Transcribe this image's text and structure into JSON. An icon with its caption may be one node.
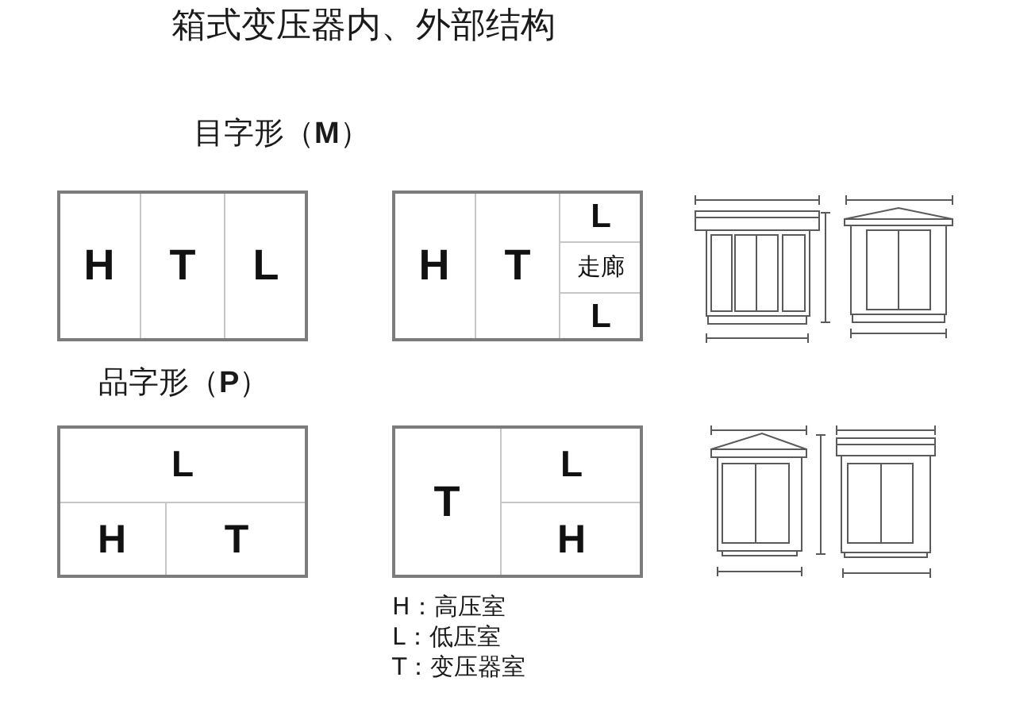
{
  "diagram": {
    "title": "箱式变压器内、外部结构",
    "nodes": [
      {
        "text": [],
        "shape": "box"
      },
      {
        "text": [
          "H"
        ],
        "in": 0
      },
      {
        "text": [
          "T"
        ],
        "in": 0
      },
      {
        "text": [
          "L"
        ],
        "in": 0
      },
      {
        "text": [],
        "shape": "box"
      },
      {
        "text": [
          "H"
        ],
        "in": 4
      },
      {
        "text": [
          "T"
        ],
        "in": 4
      },
      {
        "text": [
          "L"
        ],
        "in": 4
      },
      {
        "text": [
          "走廊"
        ],
        "in": 4
      },
      {
        "text": [
          "L"
        ],
        "in": 4
      },
      {
        "text": [],
        "shape": "box"
      },
      {
        "text": [
          "L"
        ],
        "in": 10
      },
      {
        "text": [
          "H"
        ],
        "in": 10
      },
      {
        "text": [
          "T"
        ],
        "in": 10
      },
      {
        "text": [],
        "shape": "box"
      },
      {
        "text": [
          "T"
        ],
        "in": 14
      },
      {
        "text": [
          "L"
        ],
        "in": 14
      },
      {
        "text": [
          "H"
        ],
        "in": 14
      }
    ],
    "labels": [
      "目字形（**M**）",
      "品字形（**P**）",
      "H：高压室",
      "L：低压室",
      "T：变压器室"
    ]
  }
}
